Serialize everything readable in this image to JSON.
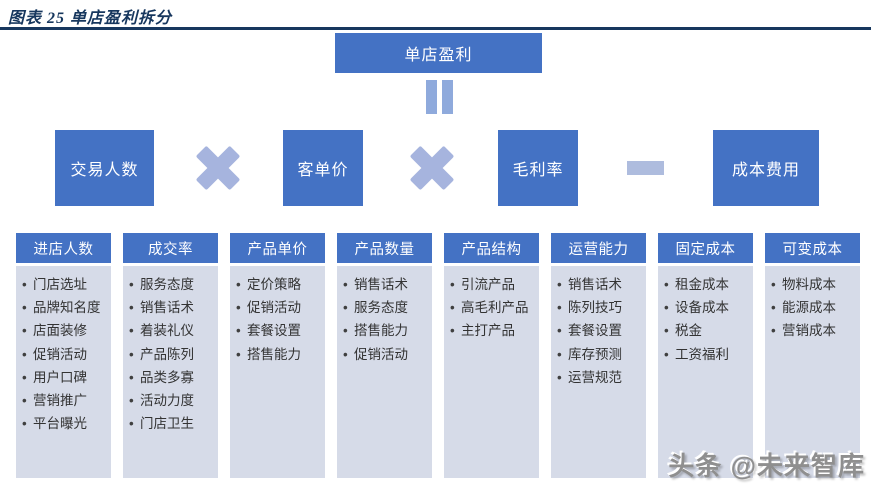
{
  "title": "图表 25  单店盈利拆分",
  "top_box": "单店盈利",
  "operators": {
    "equals": "=",
    "multiply": "×",
    "minus": "−"
  },
  "factors": [
    "交易人数",
    "客单价",
    "毛利率",
    "成本费用"
  ],
  "columns": [
    {
      "header": "进店人数",
      "items": [
        "门店选址",
        "品牌知名度",
        "店面装修",
        "促销活动",
        "用户口碑",
        "营销推广",
        "平台曝光"
      ]
    },
    {
      "header": "成交率",
      "items": [
        "服务态度",
        "销售话术",
        "着装礼仪",
        "产品陈列",
        "品类多寡",
        "活动力度",
        "门店卫生"
      ]
    },
    {
      "header": "产品单价",
      "items": [
        "定价策略",
        "促销活动",
        "套餐设置",
        "搭售能力"
      ]
    },
    {
      "header": "产品数量",
      "items": [
        "销售话术",
        "服务态度",
        "搭售能力",
        "促销活动"
      ]
    },
    {
      "header": "产品结构",
      "items": [
        "引流产品",
        "高毛利产品",
        "主打产品"
      ]
    },
    {
      "header": "运营能力",
      "items": [
        "销售话术",
        "陈列技巧",
        "套餐设置",
        "库存预测",
        "运营规范"
      ]
    },
    {
      "header": "固定成本",
      "items": [
        "租金成本",
        "设备成本",
        "税金",
        "工资福利"
      ]
    },
    {
      "header": "可变成本",
      "items": [
        "物料成本",
        "能源成本",
        "营销成本"
      ]
    }
  ],
  "watermark": "头条 @未来智库",
  "colors": {
    "box_blue": "#4472C4",
    "accent_light": "#A6B4DE",
    "equals_blue": "#8FAADC",
    "column_bg": "#D6DBE8",
    "title_navy": "#17375E"
  }
}
